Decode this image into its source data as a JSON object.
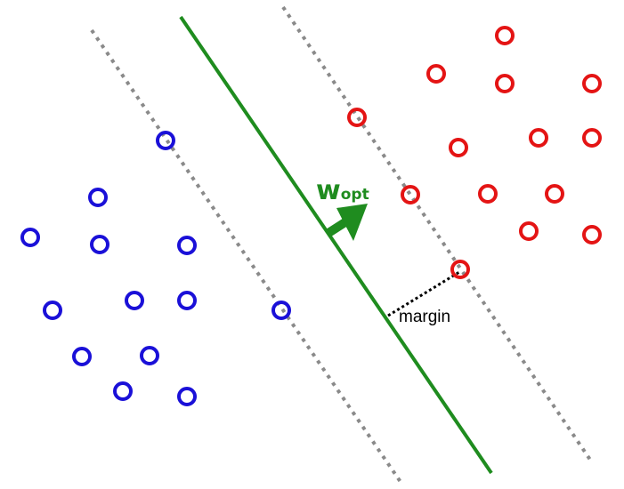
{
  "colors": {
    "background": "#ffffff",
    "class_negative": "#1a10d8",
    "class_positive": "#e41414",
    "hyperplane": "#1f8c1f",
    "margin_boundary": "#8a8a8a",
    "margin_segment": "#000000",
    "weight_arrow": "#1f8c1f"
  },
  "labels": {
    "weight_main": "w",
    "weight_sub": "opt",
    "margin": "margin"
  },
  "icons": {
    "point_negative": "blue-ring",
    "point_positive": "red-ring",
    "weight_arrow": "green-arrow"
  },
  "points": {
    "negative": [
      {
        "id": "n1"
      },
      {
        "id": "n2"
      },
      {
        "id": "n3"
      },
      {
        "id": "n4"
      },
      {
        "id": "n5"
      },
      {
        "id": "n6"
      },
      {
        "id": "n7"
      },
      {
        "id": "n8"
      },
      {
        "id": "n9"
      },
      {
        "id": "n10"
      },
      {
        "id": "n11"
      },
      {
        "id": "n12"
      },
      {
        "id": "n13"
      }
    ],
    "positive": [
      {
        "id": "p1"
      },
      {
        "id": "p2"
      },
      {
        "id": "p3"
      },
      {
        "id": "p4"
      },
      {
        "id": "p5"
      },
      {
        "id": "p6"
      },
      {
        "id": "p7"
      },
      {
        "id": "p8"
      },
      {
        "id": "p9"
      },
      {
        "id": "p10"
      },
      {
        "id": "p11"
      },
      {
        "id": "p12"
      },
      {
        "id": "p13"
      }
    ]
  }
}
